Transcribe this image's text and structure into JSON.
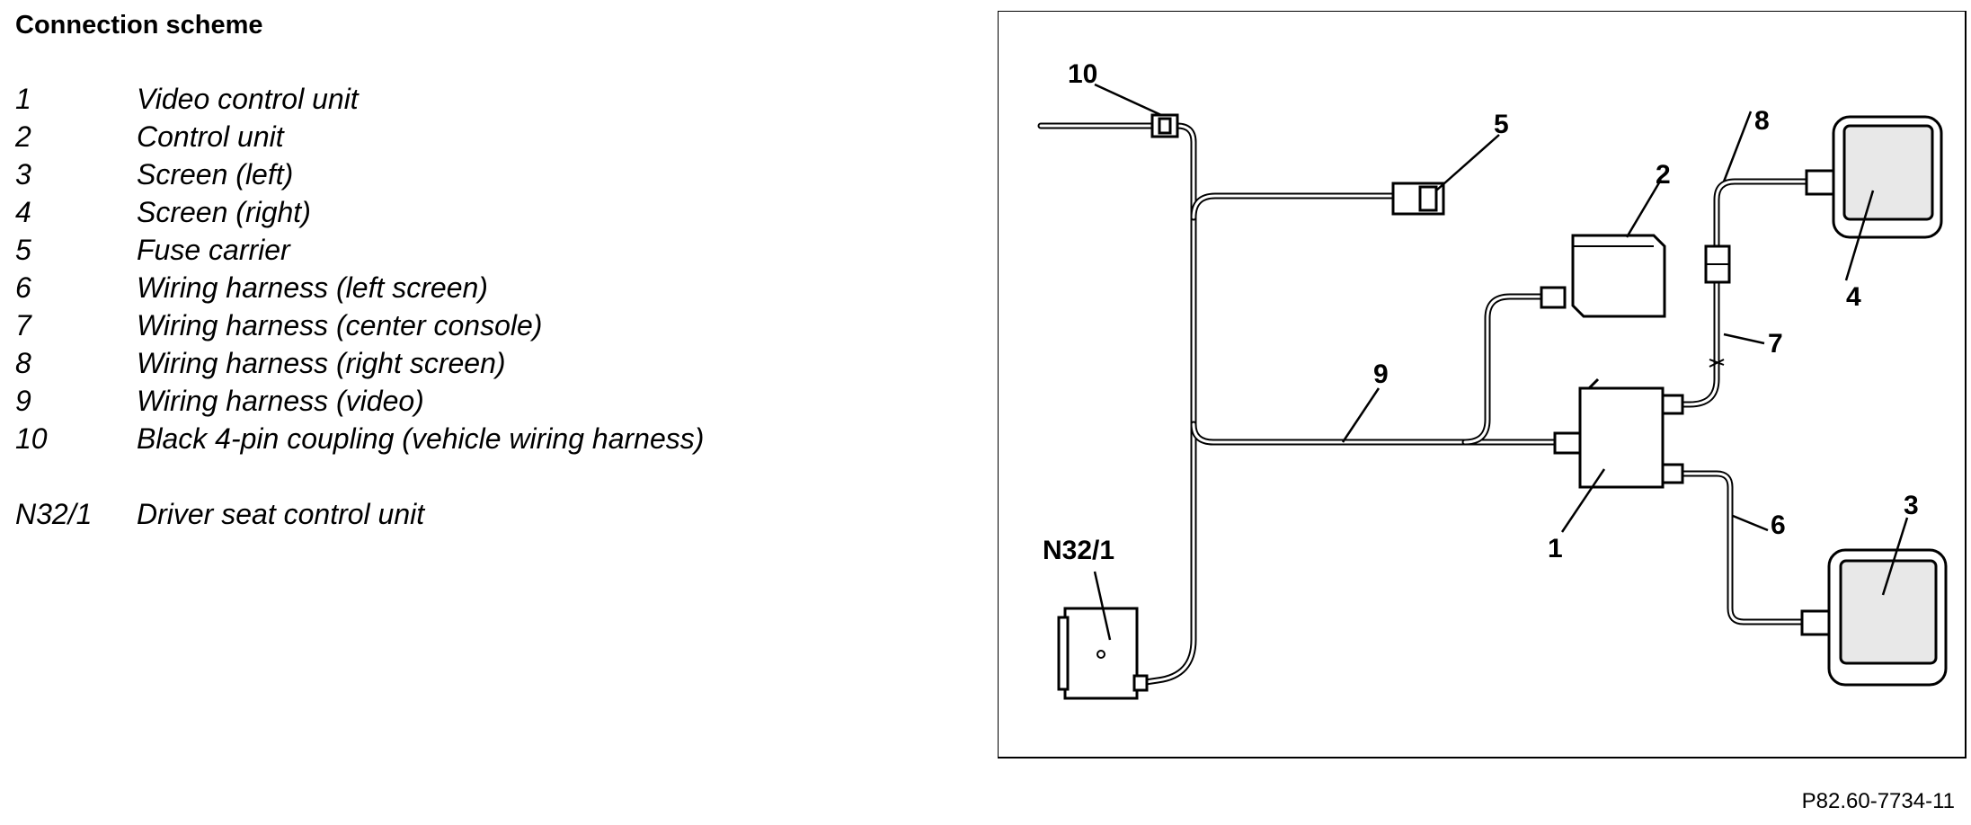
{
  "title": "Connection scheme",
  "legend": [
    {
      "num": "1",
      "label": "Video control unit"
    },
    {
      "num": "2",
      "label": "Control unit"
    },
    {
      "num": "3",
      "label": "Screen (left)"
    },
    {
      "num": "4",
      "label": "Screen (right)"
    },
    {
      "num": "5",
      "label": "Fuse carrier"
    },
    {
      "num": "6",
      "label": "Wiring harness (left screen)"
    },
    {
      "num": "7",
      "label": "Wiring harness (center console)"
    },
    {
      "num": "8",
      "label": "Wiring harness (right screen)"
    },
    {
      "num": "9",
      "label": "Wiring harness (video)"
    },
    {
      "num": "10",
      "label": "Black 4-pin coupling (vehicle wiring harness)"
    },
    {
      "num": "N32/1",
      "label": "Driver seat control unit"
    }
  ],
  "diagram": {
    "callouts": {
      "c1": "1",
      "c2": "2",
      "c3": "3",
      "c4": "4",
      "c5": "5",
      "c6": "6",
      "c7": "7",
      "c8": "8",
      "c9": "9",
      "c10": "10",
      "n32": "N32/1"
    }
  },
  "reference": "P82.60-7734-11"
}
